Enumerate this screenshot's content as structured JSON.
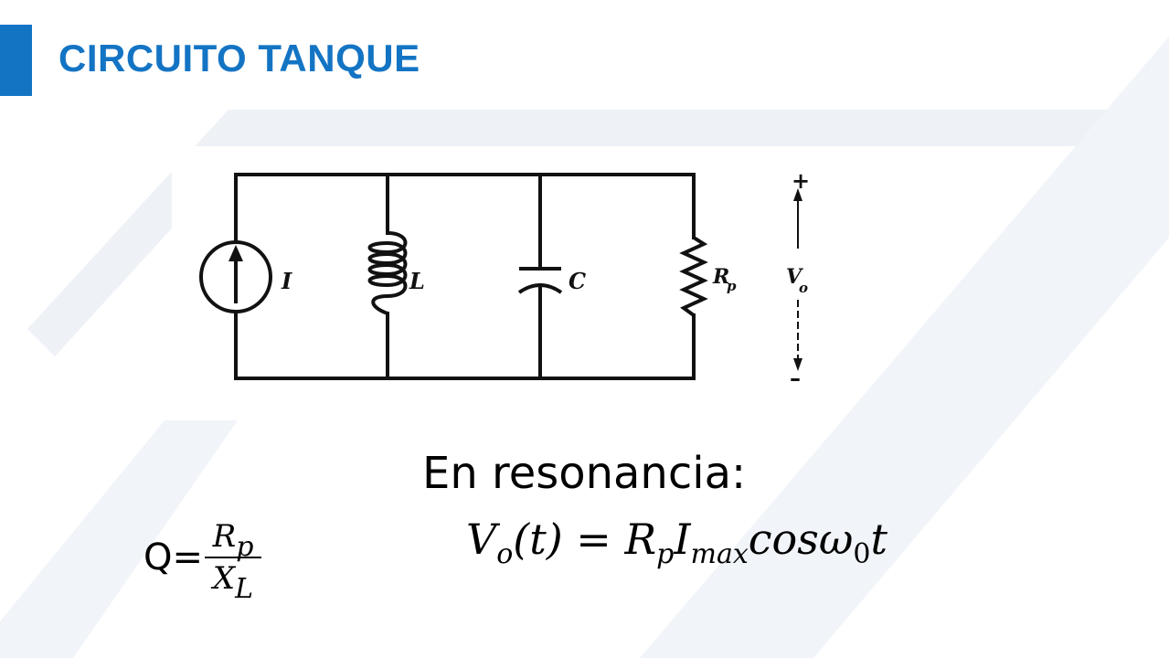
{
  "slide": {
    "title": "CIRCUITO TANQUE",
    "accent_color": "#1474c4"
  },
  "circuit": {
    "labels": {
      "source": "I",
      "inductor": "L",
      "capacitor": "C",
      "resistor": "R",
      "resistor_sub": "p",
      "voltage": "V",
      "voltage_sub": "o",
      "plus": "+",
      "minus": "–"
    }
  },
  "resonance": {
    "heading": "En resonancia:",
    "q_lhs": "Q=",
    "q_num_base": "R",
    "q_num_sub": "p",
    "q_den_base": "X",
    "q_den_sub": "L",
    "v_lhs_base": "V",
    "v_lhs_sub": "o",
    "v_arg": "(t) = ",
    "v_r_base": "R",
    "v_r_sub": "p",
    "v_i_base": "I",
    "v_i_sub": "max",
    "v_cos": "cosω",
    "v_w_sub": "0",
    "v_t": "t"
  }
}
